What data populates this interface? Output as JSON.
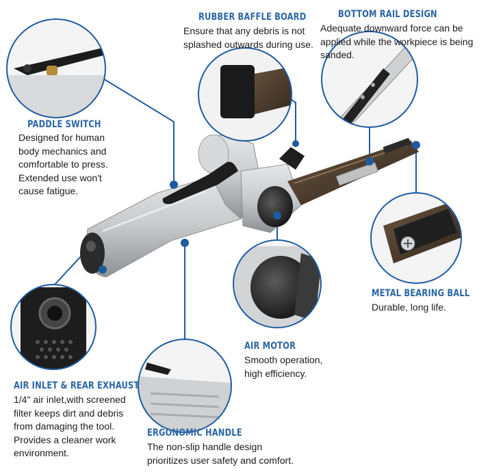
{
  "callouts": {
    "rubber_baffle": {
      "title": "RUBBER BAFFLE BOARD",
      "lines": [
        "Ensure that any debris is not",
        "splashed outwards during use."
      ]
    },
    "bottom_rail": {
      "title": "BOTTOM RAIL DESIGN",
      "lines": [
        "Adequate downward force can be",
        "applied while the workpiece is being",
        "sanded."
      ]
    },
    "paddle_switch": {
      "title": "PADDLE SWITCH",
      "lines": [
        "Designed for human",
        "body mechanics and",
        "comfortable to press.",
        "Extended use won't",
        "cause fatigue."
      ]
    },
    "metal_bearing": {
      "title": "METAL BEARING BALL",
      "lines": [
        "Durable, long life."
      ]
    },
    "air_motor": {
      "title": "AIR MOTOR",
      "lines": [
        "Smooth operation,",
        "high efficiency."
      ]
    },
    "air_inlet": {
      "title": "AIR INLET & REAR EXHAUST",
      "lines": [
        "1/4\" air inlet,with screened",
        "filter keeps dirt and debris",
        "from damaging the tool.",
        "Provides a cleaner work",
        "environment."
      ]
    },
    "ergonomic_handle": {
      "title": "ERGONOMIC HANDLE",
      "lines": [
        "The non-slip handle design",
        "prioritizes user safety and comfort."
      ]
    }
  },
  "colors": {
    "accent": "#2b66a5",
    "leader_line": "#1f5aa0",
    "tool_body": "#c9cbcd",
    "belt": "#4a3a2c"
  }
}
